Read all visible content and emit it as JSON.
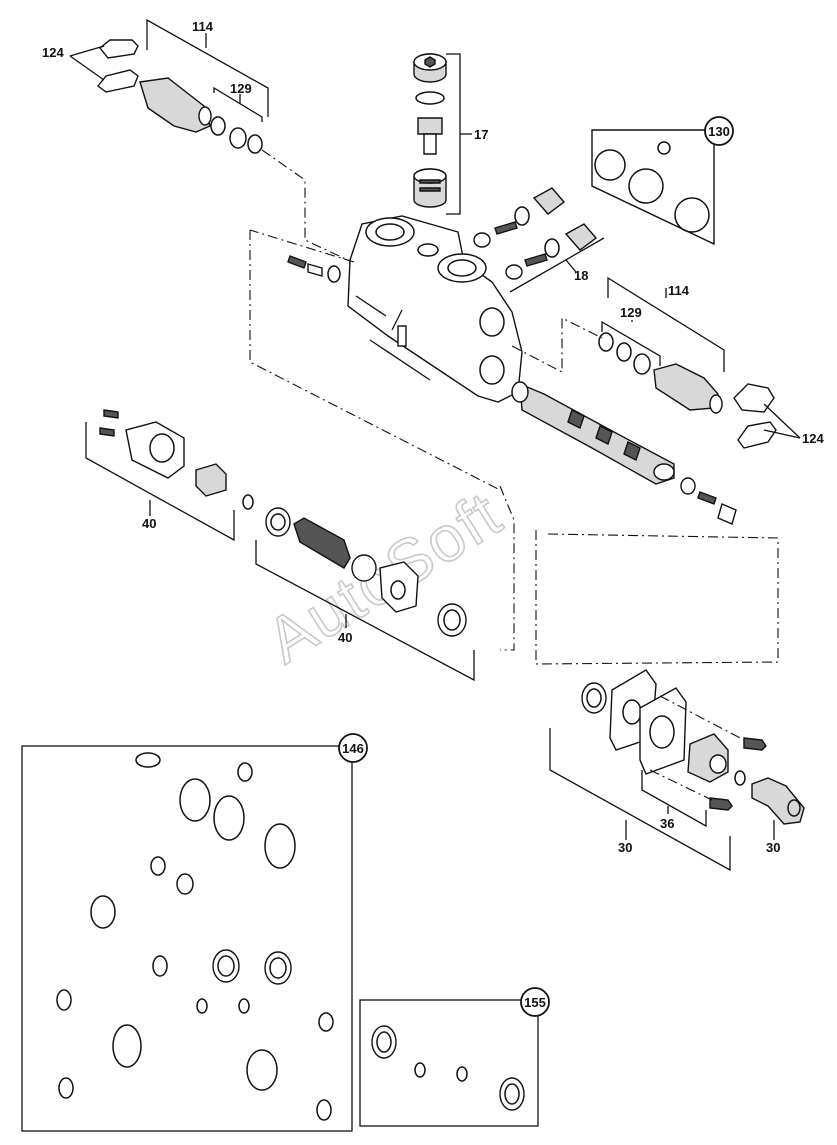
{
  "labels": {
    "l114a": "114",
    "l124a": "124",
    "l129a": "129",
    "l17": "17",
    "l130": "130",
    "l18": "18",
    "l114b": "114",
    "l129b": "129",
    "l124b": "124",
    "l40a": "40",
    "l40b": "40",
    "l146": "146",
    "l30a": "30",
    "l36": "36",
    "l30b": "30",
    "l155": "155"
  },
  "watermark": "AutoSoft"
}
